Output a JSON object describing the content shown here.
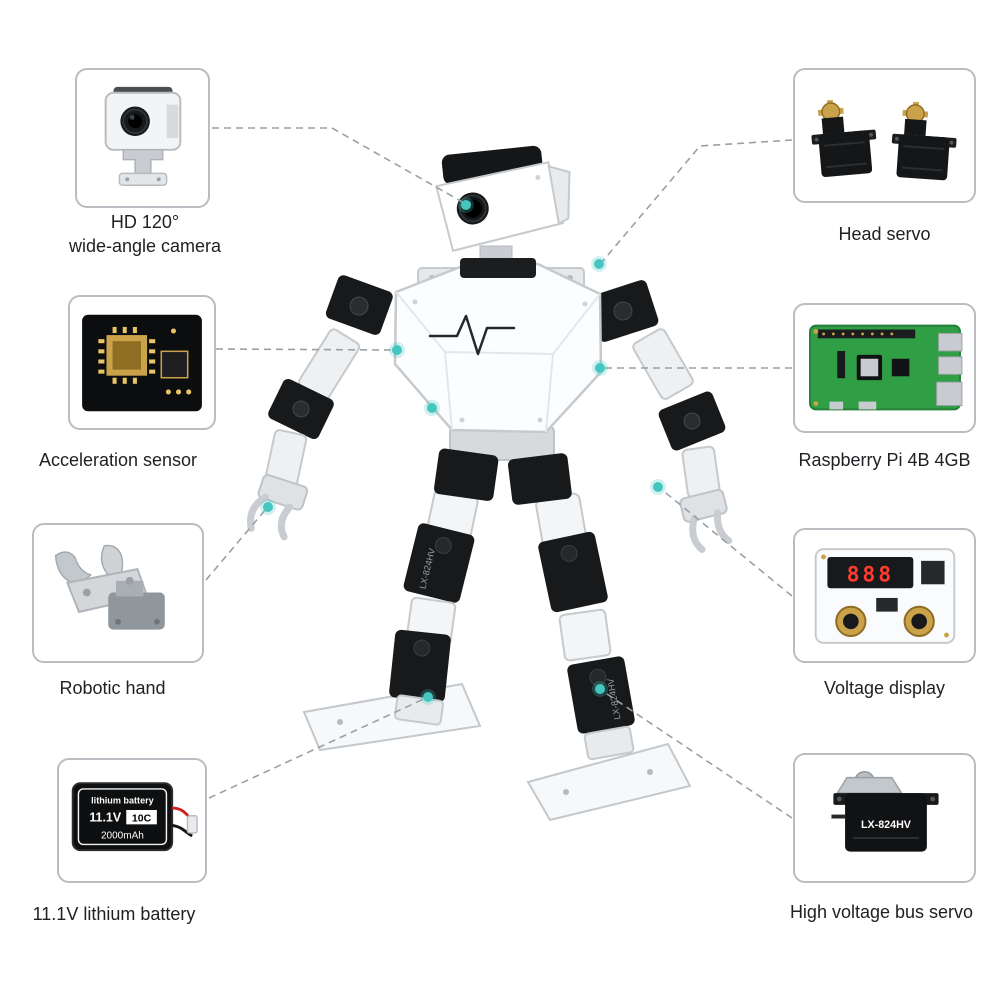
{
  "colors": {
    "accent": "#45c6c0",
    "connector_line": "#9aa0a4",
    "box_border": "#b9bdc2",
    "label_text": "#202124"
  },
  "callouts": {
    "left": [
      {
        "id": "camera",
        "label_lines": [
          "HD 120°",
          "wide-angle camera"
        ]
      },
      {
        "id": "acceleration-sensor",
        "label_lines": [
          "Acceleration sensor"
        ]
      },
      {
        "id": "robotic-hand",
        "label_lines": [
          "Robotic hand"
        ]
      },
      {
        "id": "lithium-battery",
        "label_lines": [
          "11.1V lithium battery"
        ]
      }
    ],
    "right": [
      {
        "id": "head-servo",
        "label_lines": [
          "Head servo"
        ]
      },
      {
        "id": "raspberry-pi",
        "label_lines": [
          "Raspberry Pi 4B 4GB"
        ]
      },
      {
        "id": "voltage-display",
        "label_lines": [
          "Voltage display"
        ]
      },
      {
        "id": "bus-servo",
        "label_lines": [
          "High voltage bus servo"
        ]
      }
    ]
  },
  "battery": {
    "brand": "lithium battery",
    "voltage": "11.1V",
    "capacity": "2000mAh",
    "rate": "10C"
  },
  "servo": {
    "model": "LX-824HV"
  },
  "display": {
    "digits": "888"
  }
}
